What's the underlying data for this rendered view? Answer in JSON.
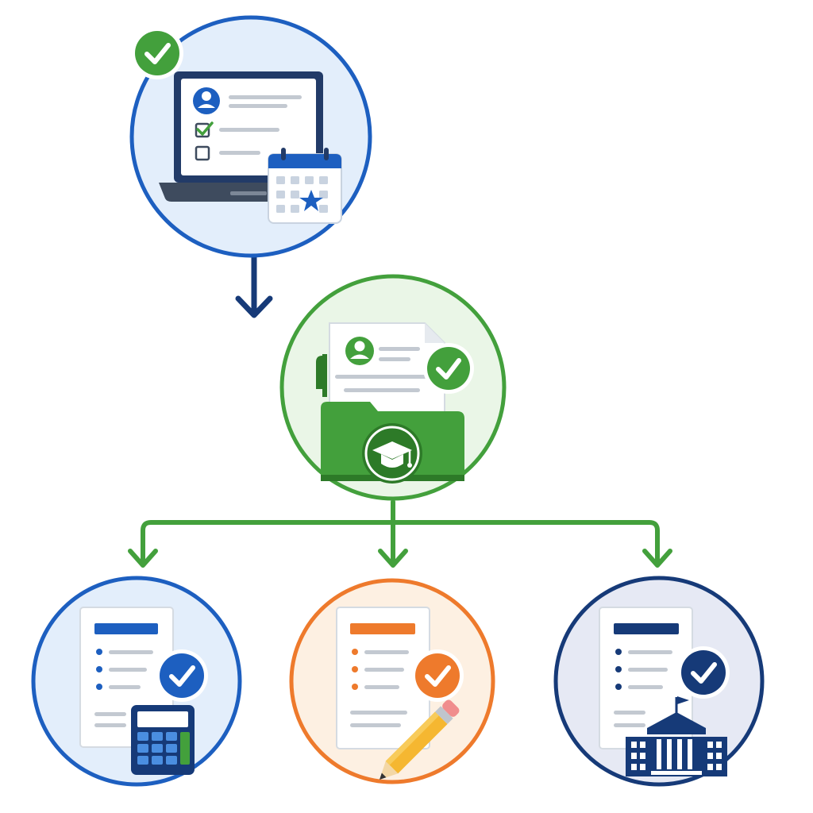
{
  "colors": {
    "blue": "#1d5fc0",
    "blue_light": "#e3eefb",
    "navy": "#163a78",
    "navy_light": "#e6e9f4",
    "green": "#43a03c",
    "green_light": "#eaf6e7",
    "orange": "#ee7a2c",
    "orange_light": "#fdf0e2",
    "gray_line": "#c3c9d1",
    "white": "#ffffff"
  },
  "nodes": [
    {
      "id": "online-application",
      "icons": [
        "laptop-icon",
        "user-profile-icon",
        "checkbox-checked-icon",
        "checkbox-empty-icon",
        "calendar-star-icon",
        "check-badge-icon"
      ]
    },
    {
      "id": "student-records-folder",
      "icons": [
        "document-icon",
        "user-profile-icon",
        "folder-icon",
        "graduation-cap-icon",
        "check-badge-icon"
      ]
    },
    {
      "id": "math-assessment",
      "icons": [
        "document-icon",
        "calculator-icon",
        "check-badge-icon"
      ]
    },
    {
      "id": "writing-assessment",
      "icons": [
        "document-icon",
        "pencil-icon",
        "check-badge-icon"
      ]
    },
    {
      "id": "institution-review",
      "icons": [
        "document-icon",
        "university-building-icon",
        "check-badge-icon"
      ]
    }
  ],
  "flow": [
    {
      "from": "online-application",
      "to": "student-records-folder"
    },
    {
      "from": "student-records-folder",
      "to": "math-assessment"
    },
    {
      "from": "student-records-folder",
      "to": "writing-assessment"
    },
    {
      "from": "student-records-folder",
      "to": "institution-review"
    }
  ]
}
